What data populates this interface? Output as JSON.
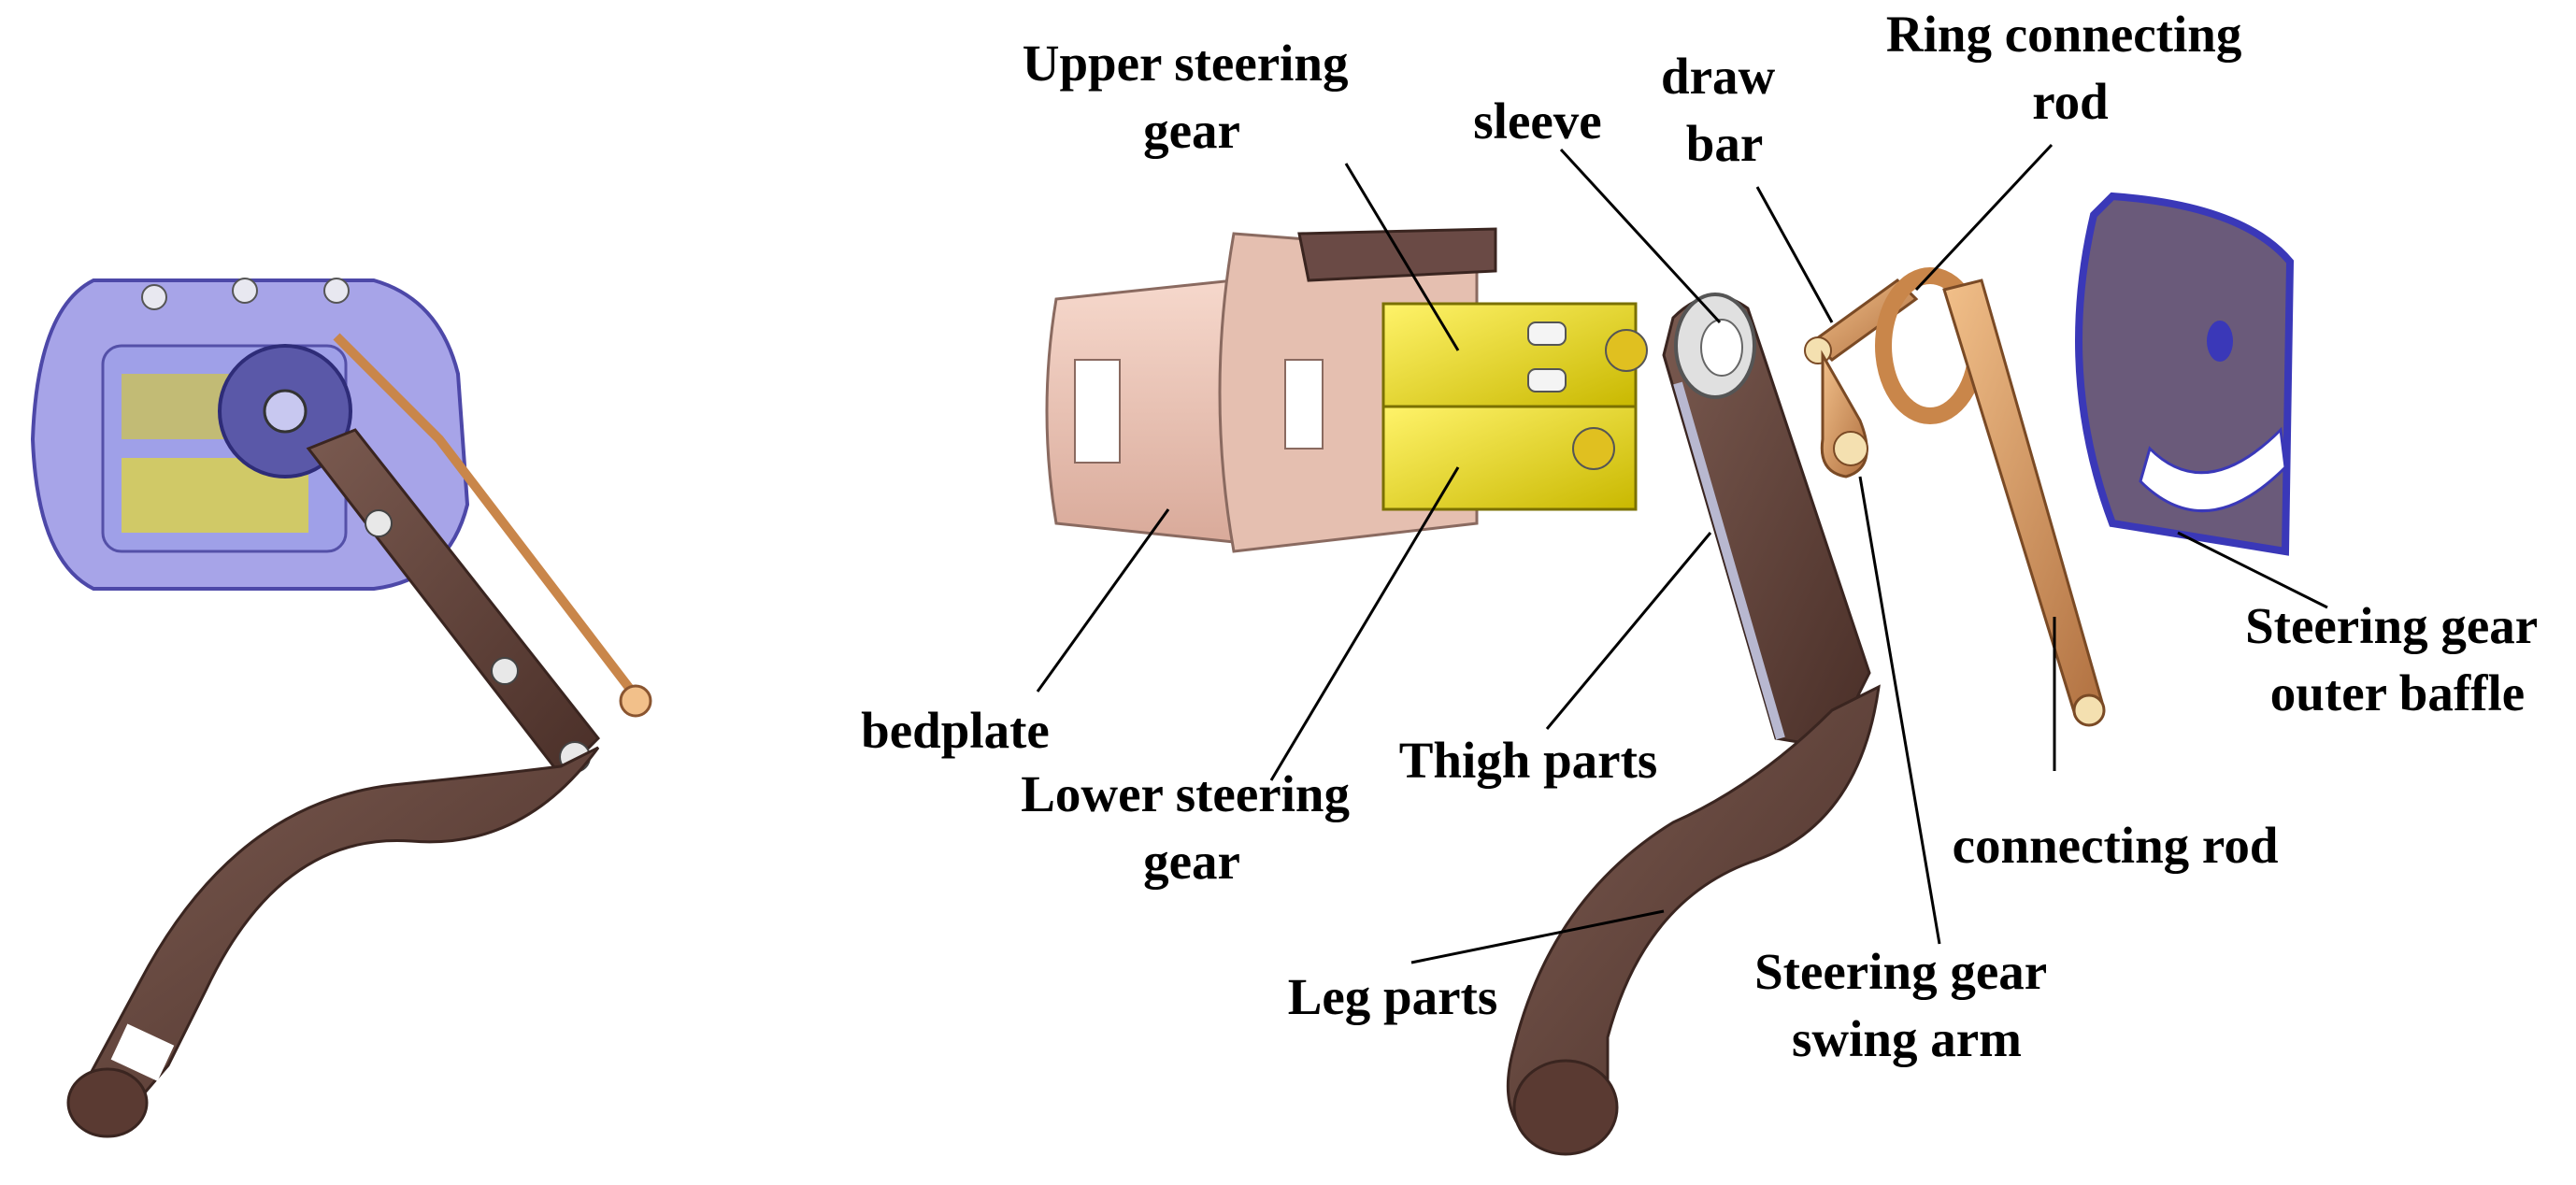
{
  "figure": {
    "labels": {
      "upper_steering_gear": [
        "Upper steering",
        "gear"
      ],
      "sleeve": "sleeve",
      "draw_bar": [
        "draw",
        "bar"
      ],
      "ring_connecting_rod": [
        "Ring connecting",
        "rod"
      ],
      "steering_gear_outer_baffle": [
        "Steering gear",
        "outer baffle"
      ],
      "bedplate": "bedplate",
      "lower_steering_gear": [
        "Lower steering",
        "gear"
      ],
      "thigh_parts": "Thigh parts",
      "connecting_rod": "connecting rod",
      "leg_parts": "Leg parts",
      "steering_gear_swing_arm": [
        "Steering gear",
        "swing arm"
      ]
    }
  }
}
